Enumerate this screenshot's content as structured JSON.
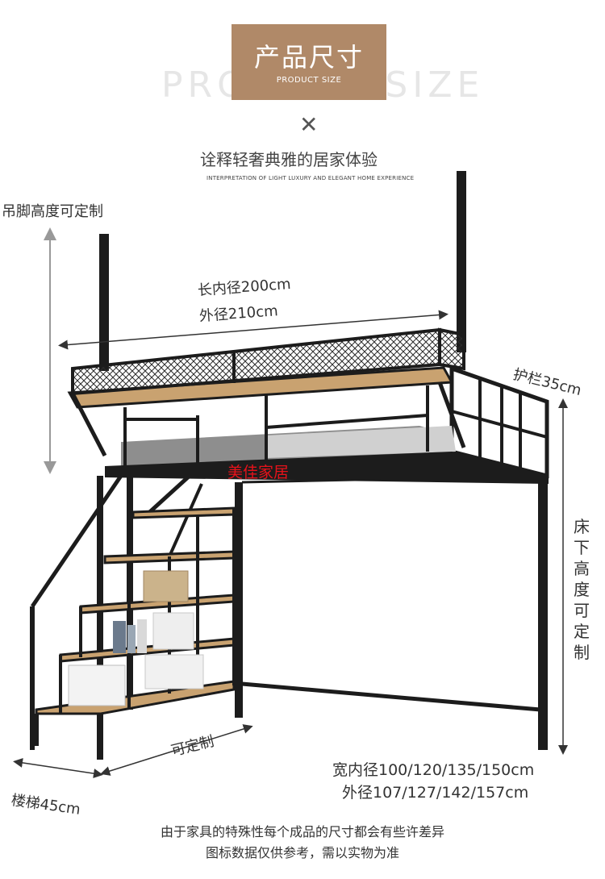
{
  "header": {
    "bg_text": "PRODUCT SIZE",
    "title_cn": "产品尺寸",
    "title_en": "PRODUCT SIZE",
    "subtitle_cn": "诠释轻奢典雅的居家体验",
    "subtitle_en": "INTERPRETATION OF LIGHT LUXURY AND ELEGANT HOME EXPERIENCE"
  },
  "dimensions": {
    "leg_height": "吊脚高度可定制",
    "length_inner": "长内径200cm",
    "length_outer": "外径210cm",
    "guardrail": "护栏35cm",
    "under_bed_height": "床下高度可定制",
    "customizable": "可定制",
    "stairs": "楼梯45cm",
    "width_inner": "宽内径100/120/135/150cm",
    "width_outer": "外径107/127/142/157cm"
  },
  "brand": "美佳家居",
  "footer": {
    "line1": "由于家具的特殊性每个成品的尺寸都会有些许差异",
    "line2": "图标数据仅供参考，需以实物为准"
  },
  "colors": {
    "title_bg": "#b08968",
    "frame": "#1c1c1c",
    "wood": "#c9a270",
    "brand_red": "#e8121a"
  }
}
